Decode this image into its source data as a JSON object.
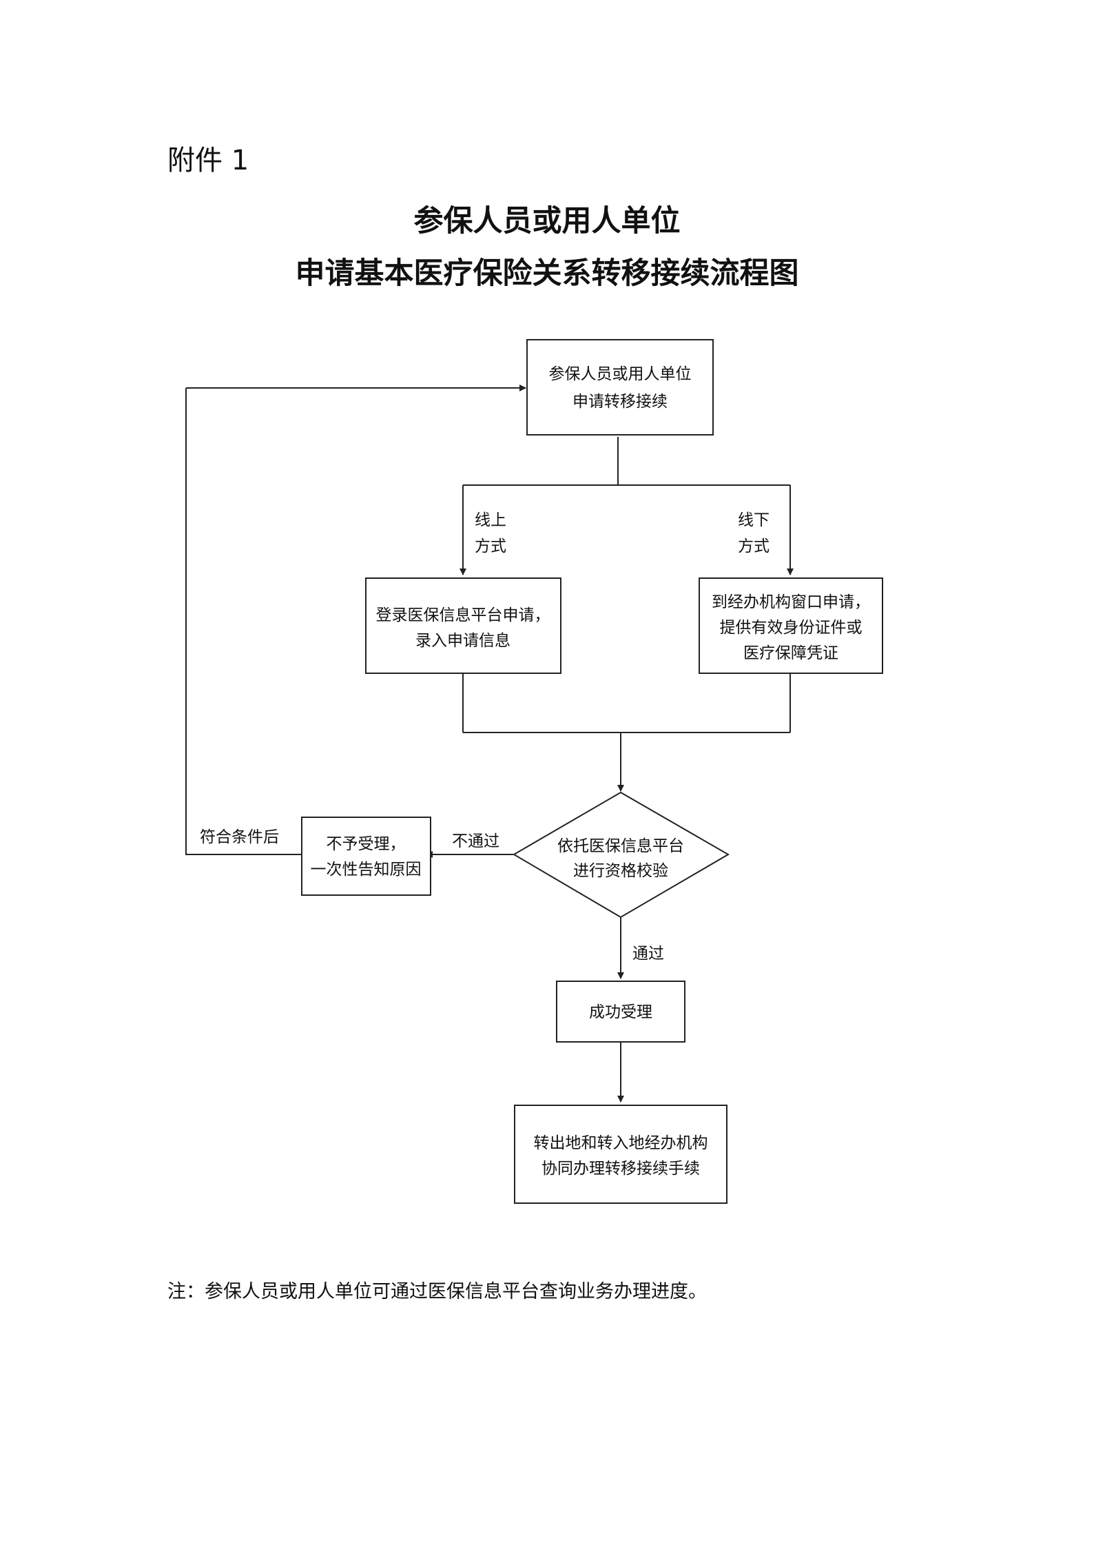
{
  "document": {
    "attachment_label": "附件 1",
    "title_line1": "参保人员或用人单位",
    "title_line2": "申请基本医疗保险关系转移接续流程图",
    "note": "注：参保人员或用人单位可通过医保信息平台查询业务办理进度。"
  },
  "flowchart": {
    "nodes": {
      "start": [
        "参保人员或用人单位",
        "申请转移接续"
      ],
      "online": [
        "登录医保信息平台申请，",
        "录入申请信息"
      ],
      "offline": [
        "到经办机构窗口申请，",
        "提供有效身份证件或",
        "医疗保障凭证"
      ],
      "check": [
        "依托医保信息平台",
        "进行资格校验"
      ],
      "reject": [
        "不予受理，",
        "一次性告知原因"
      ],
      "accept": [
        "成功受理"
      ],
      "final": [
        "转出地和转入地经办机构",
        "协同办理转移接续手续"
      ]
    },
    "edges": {
      "online": [
        "线上",
        "方式"
      ],
      "offline": [
        "线下",
        "方式"
      ],
      "fail": "不通过",
      "pass": "通过",
      "retry": "符合条件后"
    }
  }
}
